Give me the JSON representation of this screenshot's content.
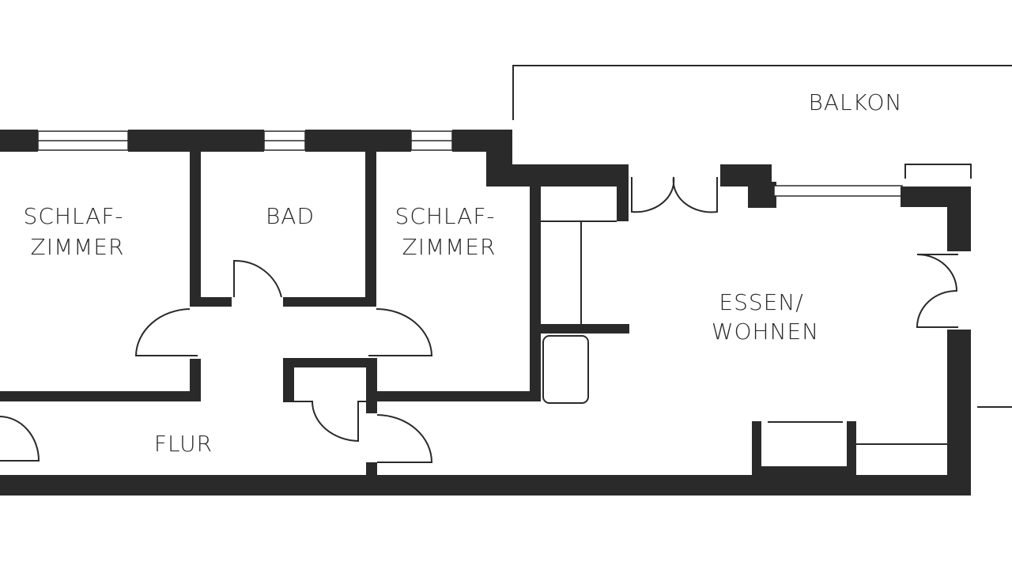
{
  "floorplan": {
    "rooms": [
      {
        "id": "schlafzimmer-1",
        "lines": [
          "SCHLAF-",
          "ZIMMER"
        ]
      },
      {
        "id": "bad",
        "lines": [
          "BAD"
        ]
      },
      {
        "id": "schlafzimmer-2",
        "lines": [
          "SCHLAF-",
          "ZIMMER"
        ]
      },
      {
        "id": "essen-wohnen",
        "lines": [
          "ESSEN/",
          "WOHNEN"
        ]
      },
      {
        "id": "flur",
        "lines": [
          "FLUR"
        ]
      },
      {
        "id": "balkon",
        "lines": [
          "BALKON"
        ]
      }
    ],
    "colors": {
      "wall": "#2a2a2a",
      "background": "#ffffff"
    }
  }
}
